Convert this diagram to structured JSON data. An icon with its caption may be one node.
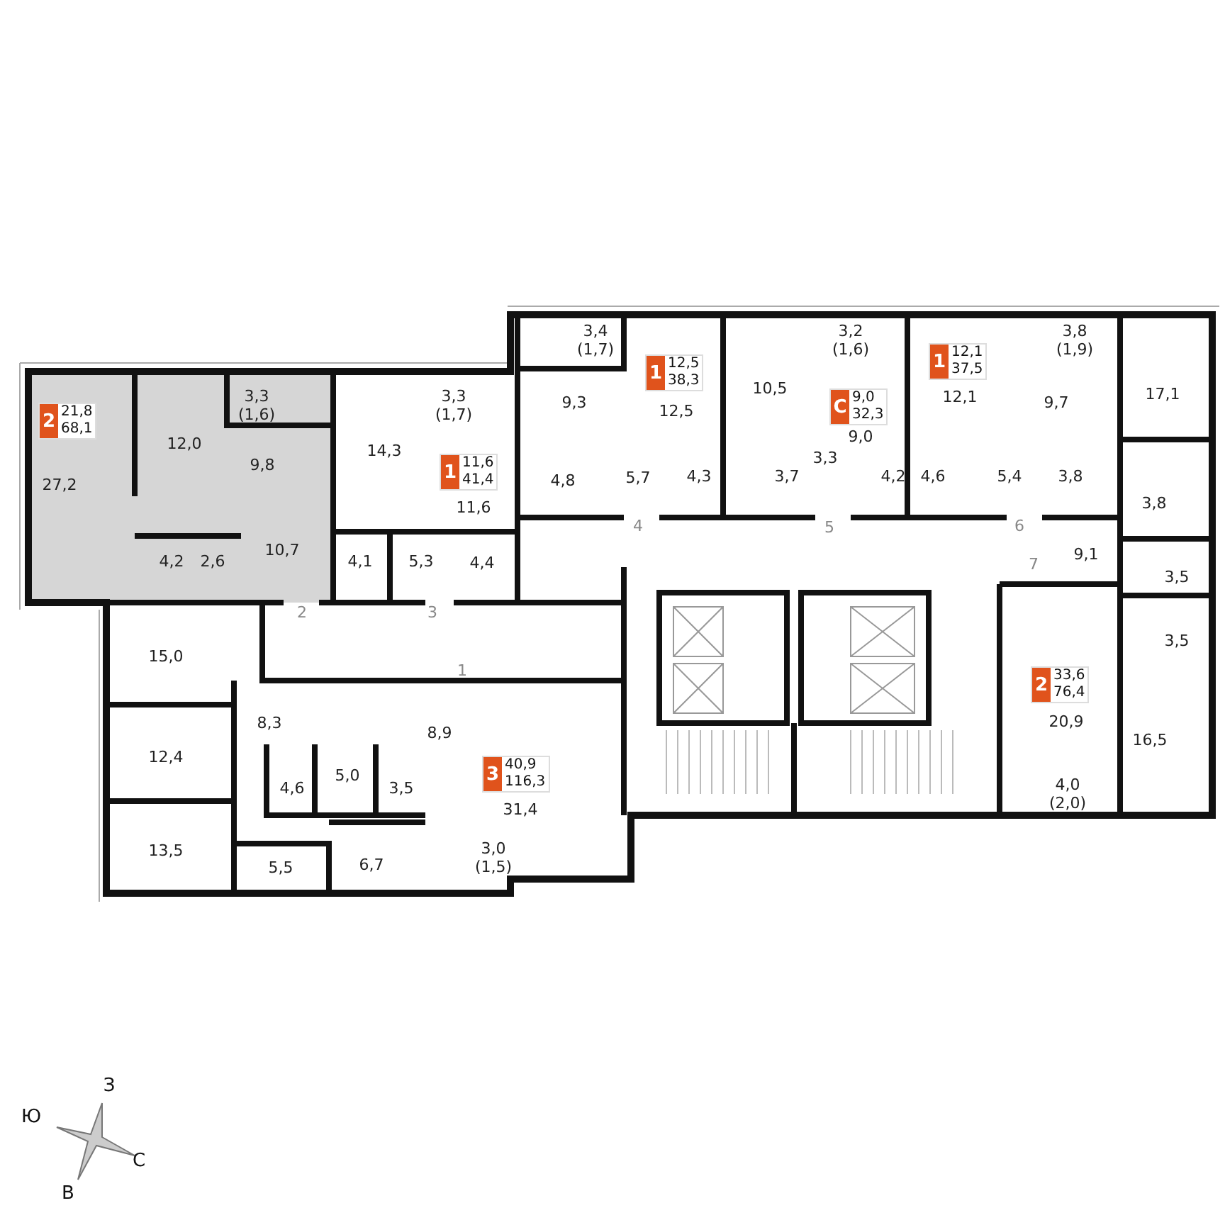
{
  "diagram": {
    "nodes": [
      {
        "text": [
          "2",
          "21,8",
          "68,1"
        ],
        "beside": [
          "27,2"
        ]
      },
      {
        "text": [
          "1",
          "11,6",
          "41,4"
        ],
        "beside": [
          "11,6"
        ]
      },
      {
        "text": [
          "1",
          "12,5",
          "38,3"
        ],
        "beside": [
          "12,5"
        ]
      },
      {
        "text": [
          "С",
          "9,0",
          "32,3"
        ],
        "beside": [
          "9,0"
        ]
      },
      {
        "text": [
          "1",
          "12,1",
          "37,5"
        ],
        "beside": [
          "12,1"
        ]
      },
      {
        "text": [
          "2",
          "33,6",
          "76,4"
        ],
        "beside": [
          "20,9"
        ]
      },
      {
        "text": [
          "3",
          "40,9",
          "116,3"
        ],
        "beside": [
          "31,4"
        ]
      }
    ],
    "labels": [
      "3,4 (1,7)",
      "3,2 (1,6)",
      "3,8 (1,9)",
      "3,3 (1,6)",
      "3,3 (1,7)",
      "9,3",
      "10,5",
      "9,7",
      "17,1",
      "12,0",
      "9,8",
      "14,3",
      "3,3",
      "4,8",
      "5,7",
      "4,3",
      "3,7",
      "4,2",
      "4,6",
      "5,4",
      "3,8",
      "3,8",
      "4",
      "5",
      "6",
      "4,2",
      "2,6",
      "10,7",
      "4,1",
      "5,3",
      "4,4",
      "7",
      "9,1",
      "3,5",
      "2",
      "3",
      "15,0",
      "1",
      "3,5",
      "8,3",
      "8,9",
      "16,5",
      "12,4",
      "5,0",
      "4,6",
      "3,5",
      "4,0 (2,0)",
      "13,5",
      "5,5",
      "6,7",
      "3,0 (1,5)",
      "З",
      "Ю",
      "С",
      "В"
    ]
  }
}
